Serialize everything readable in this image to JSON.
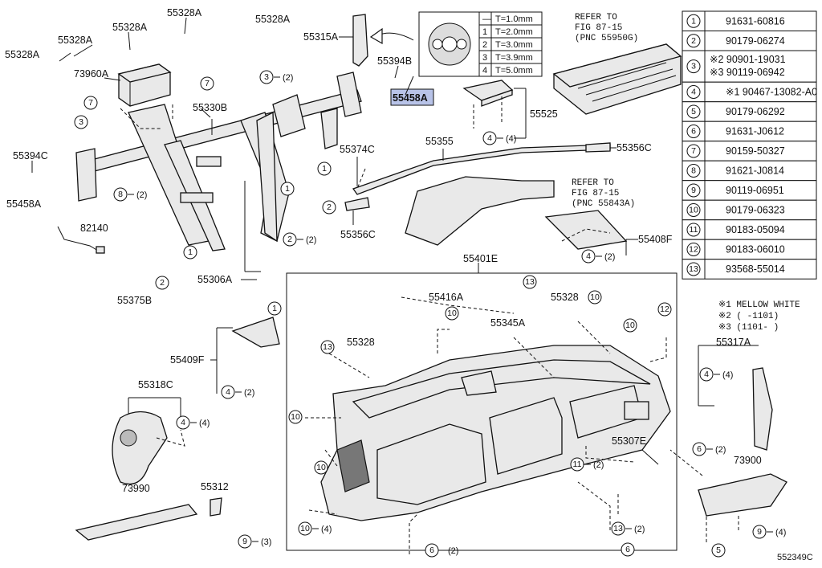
{
  "diagram_code": "552349C",
  "highlight_color": "#b8c3e8",
  "parts": {
    "p55328A_1": "55328A",
    "p55328A_2": "55328A",
    "p55328A_3": "55328A",
    "p55328A_4": "55328A",
    "p55328A_5": "55328A",
    "p73960A": "73960A",
    "p55330B": "55330B",
    "p55315A": "55315A",
    "p55394B": "55394B",
    "p55458A_hl": "55458A",
    "p55394C": "55394C",
    "p55458A": "55458A",
    "p82140": "82140",
    "p55375B": "55375B",
    "p55306A": "55306A",
    "p55374C": "55374C",
    "p55356C_1": "55356C",
    "p55355": "55355",
    "p55356C_2": "55356C",
    "p55525": "55525",
    "p55408F": "55408F",
    "p55401E": "55401E",
    "p55416A": "55416A",
    "p55328_1": "55328",
    "p55328_2": "55328",
    "p55345A": "55345A",
    "p55409F": "55409F",
    "p55318C": "55318C",
    "p55317A": "55317A",
    "p73990": "73990",
    "p55312": "55312",
    "p73900": "73900",
    "p55307E": "55307E"
  },
  "refer1": [
    "REFER TO",
    "FIG 87-15",
    "(PNC 55950G)"
  ],
  "refer2": [
    "REFER TO",
    "FIG 87-15",
    "(PNC 55843A)"
  ],
  "thickness": {
    "dash": "—",
    "rows": [
      {
        "n": "",
        "t": "T=1.0mm"
      },
      {
        "n": "1",
        "t": "T=2.0mm"
      },
      {
        "n": "2",
        "t": "T=3.0mm"
      },
      {
        "n": "3",
        "t": "T=3.9mm"
      },
      {
        "n": "4",
        "t": "T=5.0mm"
      }
    ]
  },
  "qty": {
    "q2": "(2)",
    "q3": "(3)",
    "q4": "(4)"
  },
  "callout_nums": [
    "1",
    "2",
    "3",
    "4",
    "5",
    "6",
    "7",
    "8",
    "9",
    "10",
    "11",
    "12",
    "13"
  ],
  "table": [
    {
      "n": "1",
      "pn": "91631-60816"
    },
    {
      "n": "2",
      "pn": "90179-06274"
    },
    {
      "n": "3",
      "pn": "※2 90901-19031",
      "pn2": "※3 90119-06942"
    },
    {
      "n": "4",
      "pn": "※1 90467-13082-A0"
    },
    {
      "n": "5",
      "pn": "90179-06292"
    },
    {
      "n": "6",
      "pn": "91631-J0612"
    },
    {
      "n": "7",
      "pn": "90159-50327"
    },
    {
      "n": "8",
      "pn": "91621-J0814"
    },
    {
      "n": "9",
      "pn": "90119-06951"
    },
    {
      "n": "10",
      "pn": "90179-06323"
    },
    {
      "n": "11",
      "pn": "90183-05094"
    },
    {
      "n": "12",
      "pn": "90183-06010"
    },
    {
      "n": "13",
      "pn": "93568-55014"
    }
  ],
  "notes": [
    "※1  MELLOW WHITE",
    "※2 (      -1101)",
    "※3 (1101-     )"
  ]
}
